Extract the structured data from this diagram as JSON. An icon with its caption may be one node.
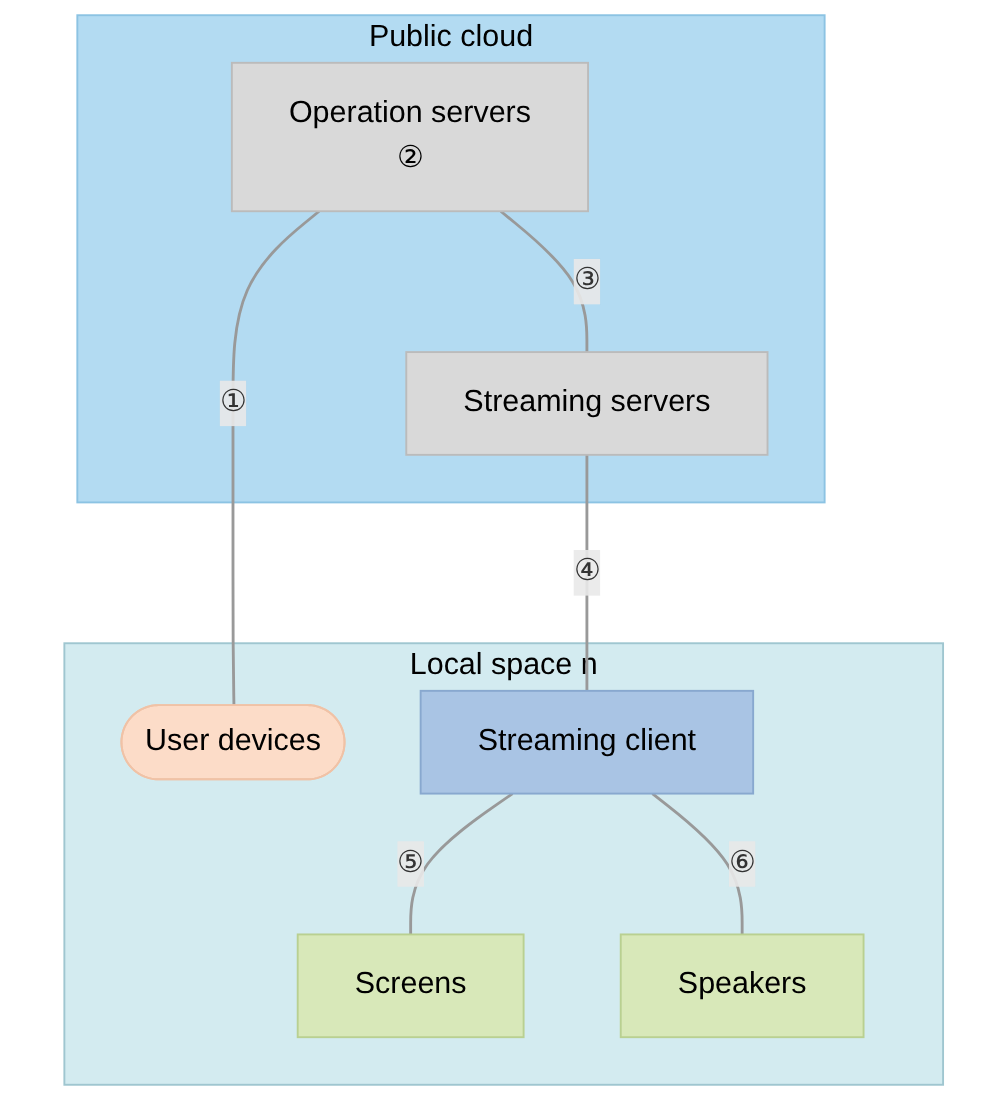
{
  "diagram": {
    "nodes": [
      {
        "text": [
          "Public cloud"
        ]
      },
      {
        "text": [
          "Operation servers",
          "②"
        ],
        "in": 0
      },
      {
        "text": [
          "Streaming servers"
        ],
        "in": 0
      },
      {
        "text": [
          "Local space n"
        ]
      },
      {
        "text": [
          "User devices"
        ],
        "in": 3
      },
      {
        "text": [
          "Streaming client"
        ],
        "in": 3
      },
      {
        "text": [
          "Screens"
        ],
        "in": 3
      },
      {
        "text": [
          "Speakers"
        ],
        "in": 3
      }
    ],
    "edges": [
      {
        "from": 1,
        "to": 2,
        "arrow": "none",
        "label": "③"
      },
      {
        "from": 1,
        "to": 4,
        "arrow": "none",
        "label": "①"
      },
      {
        "from": 2,
        "to": 5,
        "arrow": "none",
        "label": "④"
      },
      {
        "from": 5,
        "to": 6,
        "arrow": "none",
        "label": "⑤"
      },
      {
        "from": 5,
        "to": 7,
        "arrow": "none",
        "label": "⑥"
      }
    ]
  }
}
